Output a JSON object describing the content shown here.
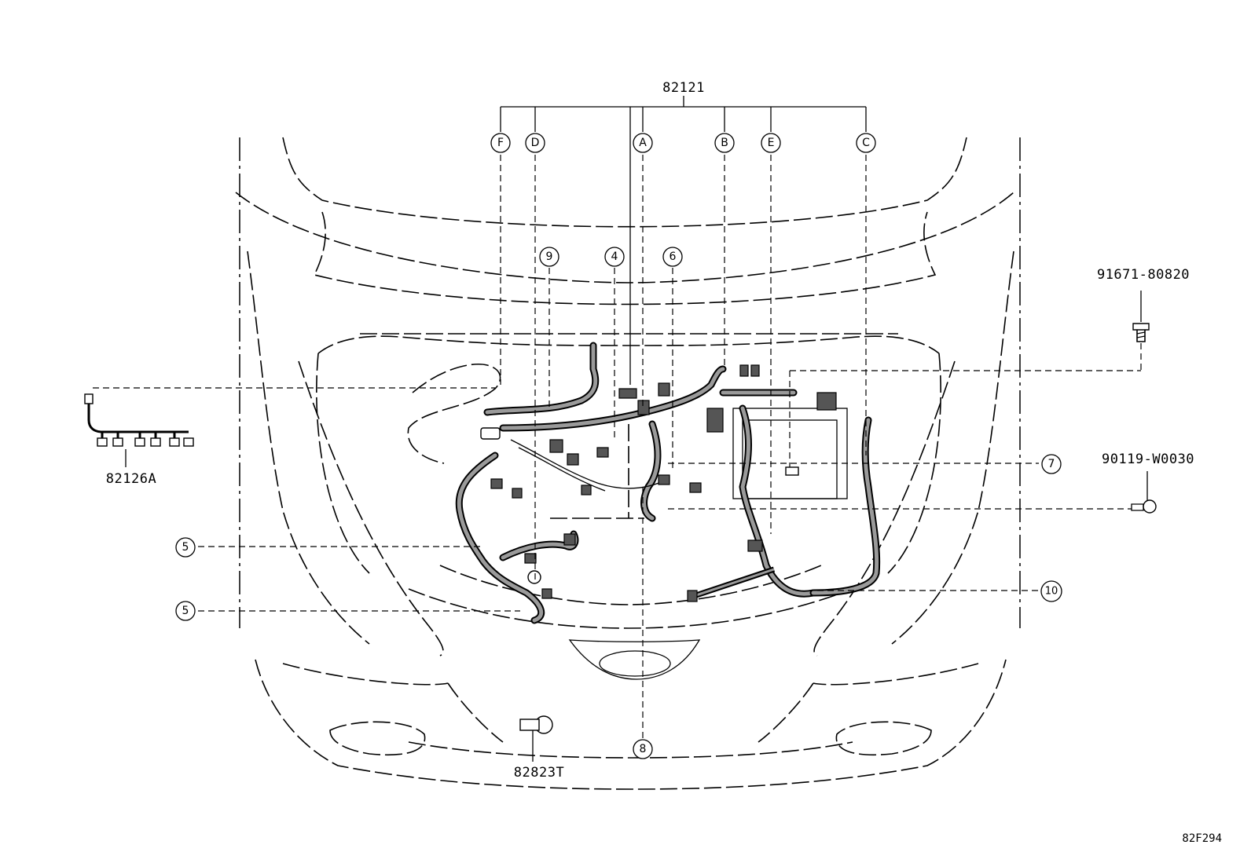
{
  "diagram": {
    "part_numbers": {
      "main": "82121",
      "sub_harness": "82126A",
      "clip": "82823T",
      "bolt_top": "91671-80820",
      "bolt_bottom": "90119-W0030"
    },
    "letter_callouts": [
      "F",
      "D",
      "A",
      "B",
      "E",
      "C"
    ],
    "number_callouts": {
      "n9": "9",
      "n4": "4",
      "n6": "6",
      "n7": "7",
      "n5a": "5",
      "n5b": "5",
      "n10": "10",
      "n8": "8"
    },
    "figure_code": "82F294"
  }
}
